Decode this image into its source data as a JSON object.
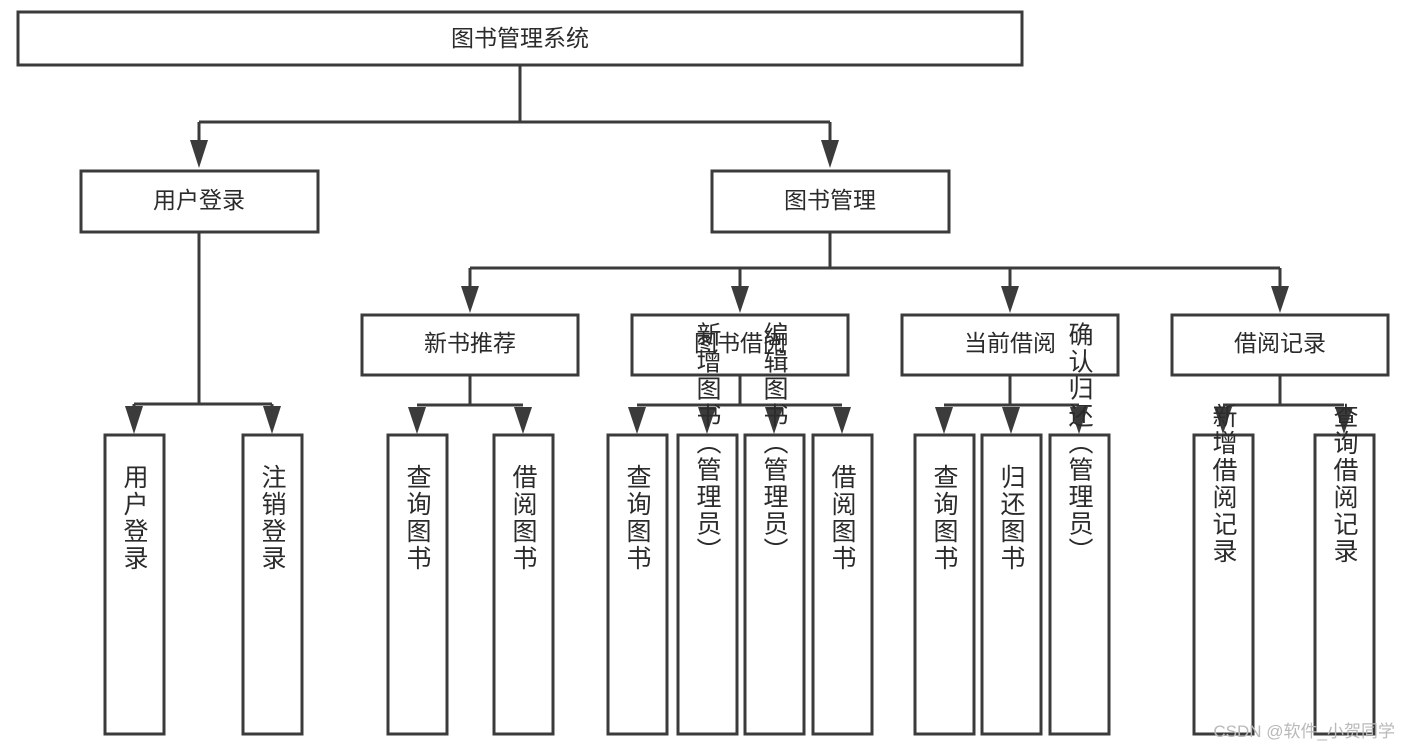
{
  "diagram": {
    "type": "tree-flowchart",
    "title": "图书管理系统",
    "watermark": "CSDN @软件_小贺同学",
    "colors": {
      "box_stroke": "#3b3b3b",
      "box_fill": "#ffffff",
      "text": "#2b2b2b",
      "watermark": "#b9b9b9",
      "background": "#ffffff"
    },
    "root": {
      "label": "图书管理系统"
    },
    "level1": [
      {
        "label": "用户登录"
      },
      {
        "label": "图书管理"
      }
    ],
    "level2": [
      {
        "label": "新书推荐"
      },
      {
        "label": "图书借阅"
      },
      {
        "label": "当前借阅"
      },
      {
        "label": "借阅记录"
      }
    ],
    "leaves": {
      "user_login": [
        {
          "label": "用户登录"
        },
        {
          "label": "注销登录"
        }
      ],
      "new_book_recommend": [
        {
          "label": "查询图书"
        },
        {
          "label": "借阅图书"
        }
      ],
      "book_borrow": [
        {
          "label": "查询图书"
        },
        {
          "label": "新增图书（管理员）"
        },
        {
          "label": "编辑图书（管理员）"
        },
        {
          "label": "借阅图书"
        }
      ],
      "current_borrow": [
        {
          "label": "查询图书"
        },
        {
          "label": "归还图书"
        },
        {
          "label": "确认归还（管理员）"
        }
      ],
      "borrow_records": [
        {
          "label": "新增借阅记录"
        },
        {
          "label": "查询借阅记录"
        }
      ]
    }
  }
}
